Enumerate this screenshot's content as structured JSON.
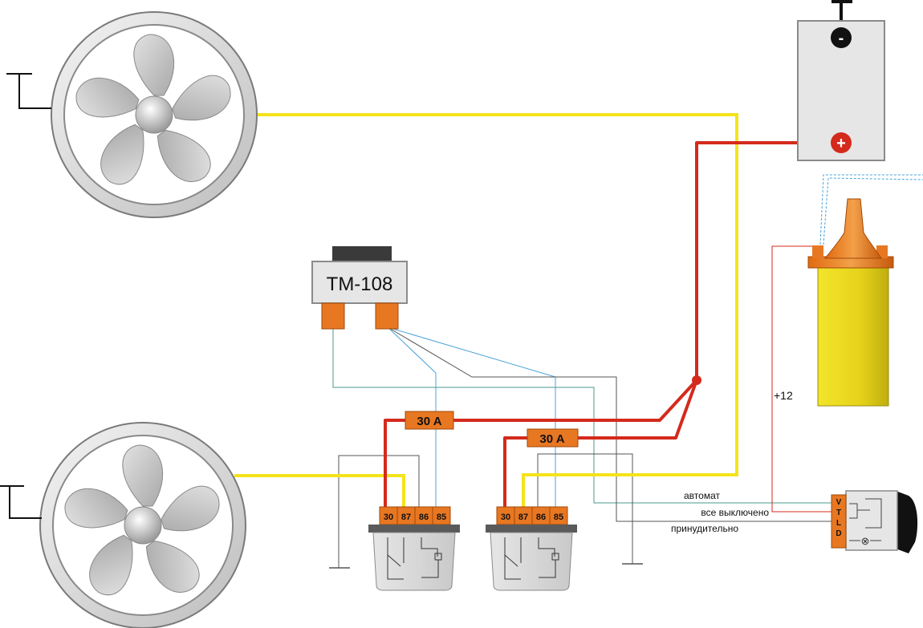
{
  "title": "",
  "controller": {
    "label": "TM-108"
  },
  "fuses": [
    {
      "label": "30 A"
    },
    {
      "label": "30 A"
    }
  ],
  "relays": [
    {
      "pins": [
        "30",
        "87",
        "86",
        "85"
      ]
    },
    {
      "pins": [
        "30",
        "87",
        "86",
        "85"
      ]
    }
  ],
  "battery": {
    "minus_symbol": "-",
    "plus_symbol": "+"
  },
  "switch": {
    "pins": [
      "V",
      "T",
      "L",
      "D"
    ],
    "lamp_symbol": "⊗",
    "labels": {
      "automat": "автомат",
      "all_off": "все выключено",
      "forced": "принудительно"
    }
  },
  "ignition_feed": {
    "label": "+12"
  },
  "colors": {
    "power_red": "#d42a1c",
    "fan_yellow": "#f5e31a",
    "signal_blue": "#4aa3d8",
    "signal_teal": "#4a9a8c",
    "ground_gray": "#555555",
    "connector_orange": "#e87722",
    "coil_yellow": "#e6d21a"
  },
  "icons": [
    "fan-icon",
    "ground-symbol-icon",
    "battery-icon",
    "ignition-coil-icon",
    "relay-icon",
    "switch-icon",
    "lamp-icon"
  ]
}
